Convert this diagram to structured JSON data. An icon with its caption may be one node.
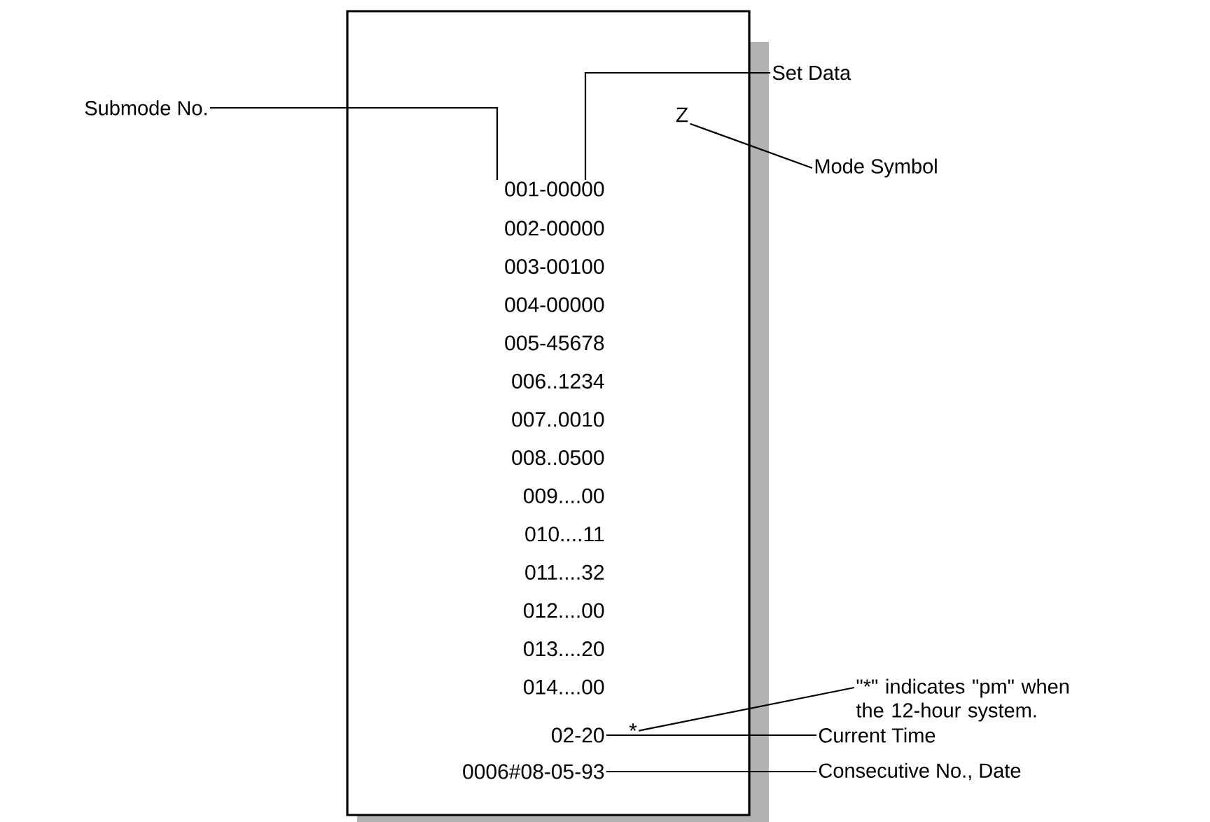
{
  "diagram": {
    "nodes": [
      {
        "text": [],
        "shape": "box"
      },
      {
        "text": [
          "Submode No."
        ]
      },
      {
        "text": [
          "Set Data"
        ]
      },
      {
        "text": [
          "Z"
        ],
        "in": 0
      },
      {
        "text": [
          "Mode Symbol"
        ]
      },
      {
        "text": [
          "001-00000"
        ],
        "in": 0
      },
      {
        "text": [
          "\"*\" indicates \"pm\" when the 12-hour system."
        ]
      },
      {
        "text": [
          "*"
        ],
        "in": 0
      },
      {
        "text": [
          "02-20"
        ],
        "in": 0
      },
      {
        "text": [
          "Current Time"
        ]
      },
      {
        "text": [
          "0006#08-05-93"
        ],
        "in": 0
      },
      {
        "text": [
          "Consecutive No., Date"
        ]
      }
    ],
    "edges": [
      {
        "from": 1,
        "to": 5,
        "arrow": "none"
      },
      {
        "from": 2,
        "to": 5,
        "arrow": "none"
      },
      {
        "from": 4,
        "to": 3,
        "arrow": "none"
      },
      {
        "from": 6,
        "to": 7,
        "arrow": "none"
      },
      {
        "from": 9,
        "to": 8,
        "arrow": "none"
      },
      {
        "from": 11,
        "to": 10,
        "arrow": "none"
      }
    ],
    "labels": [
      "002-00000",
      "003-00100",
      "004-00000",
      "005-45678",
      "006..1234",
      "007..0010",
      "008..0500",
      "009....00",
      "010....11",
      "011....32",
      "012....00",
      "013....20",
      "014....00"
    ]
  }
}
